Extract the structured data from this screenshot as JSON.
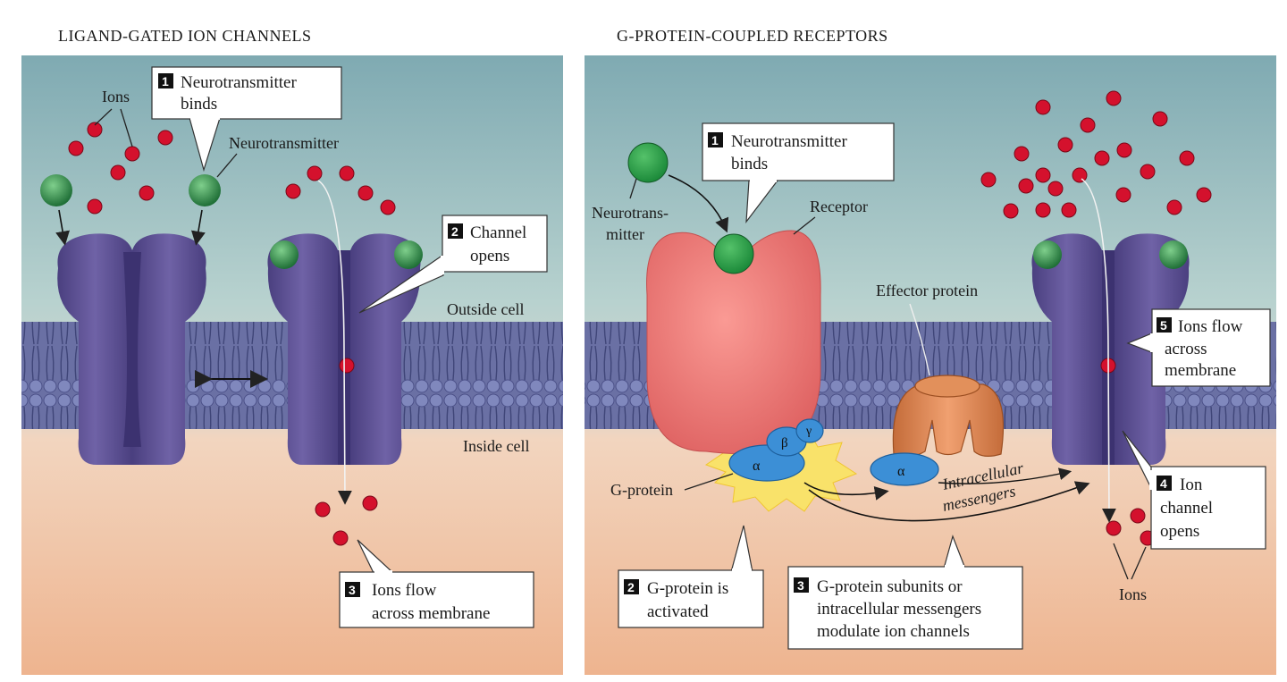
{
  "left_panel": {
    "title": "LIGAND-GATED ION CHANNELS",
    "labels": {
      "ions_top": "Ions",
      "neurotransmitter": "Neurotransmitter",
      "outside_cell": "Outside cell",
      "inside_cell": "Inside cell"
    },
    "callouts": [
      {
        "step": "1",
        "lines": [
          "Neurotransmitter",
          "binds"
        ]
      },
      {
        "step": "2",
        "lines": [
          "Channel",
          "opens"
        ]
      },
      {
        "step": "3",
        "lines": [
          "Ions flow",
          "across membrane"
        ]
      }
    ]
  },
  "right_panel": {
    "title": "G-PROTEIN-COUPLED RECEPTORS",
    "labels": {
      "neurotransmitter_line1": "Neurotrans-",
      "neurotransmitter_line2": "mitter",
      "receptor": "Receptor",
      "effector_protein": "Effector protein",
      "g_protein": "G-protein",
      "intracellular_line1": "Intracellular",
      "intracellular_line2": "messengers",
      "ions_bottom": "Ions",
      "alpha": "α",
      "beta": "β",
      "gamma": "γ"
    },
    "callouts": [
      {
        "step": "1",
        "lines": [
          "Neurotransmitter",
          "binds"
        ]
      },
      {
        "step": "2",
        "lines": [
          "G-protein is",
          "activated"
        ]
      },
      {
        "step": "3",
        "lines": [
          "G-protein subunits or",
          "intracellular messengers",
          "modulate ion channels"
        ]
      },
      {
        "step": "4",
        "lines": [
          "Ion",
          "channel",
          "opens"
        ]
      },
      {
        "step": "5",
        "lines": [
          "Ions flow",
          "across",
          "membrane"
        ]
      }
    ]
  },
  "colors": {
    "outside": "#8fb3b8",
    "inside": "#efbf9f",
    "membrane": "#6f74a8",
    "channel": "#5a4f8f",
    "receptor": "#ee7474",
    "g_protein": "#3c8fd6",
    "effector": "#d9834f",
    "ion": "#d4112d",
    "neurotransmitter": "#2e8f4a"
  }
}
